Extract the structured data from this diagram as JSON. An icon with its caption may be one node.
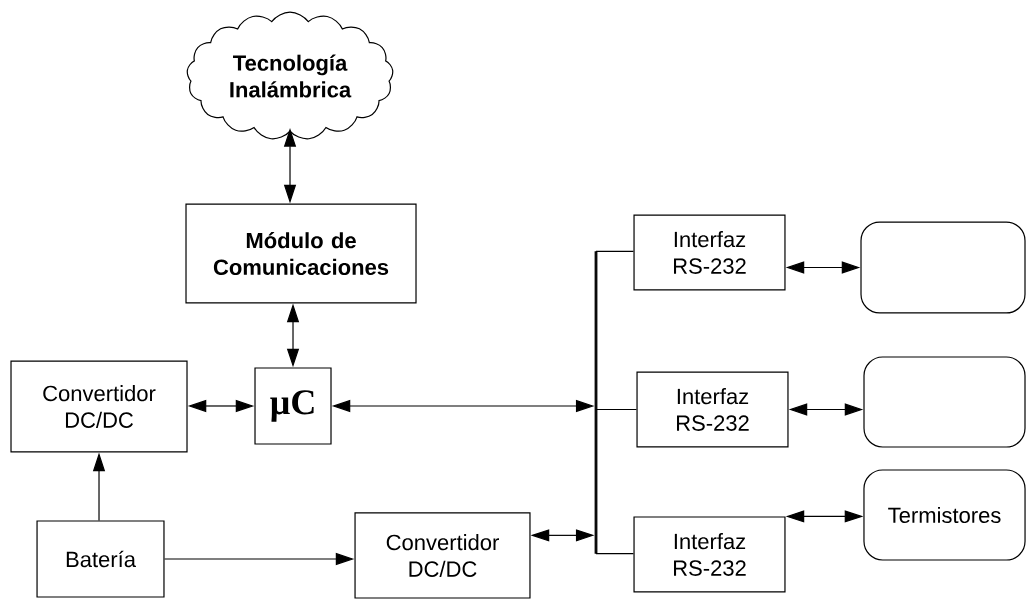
{
  "diagram": {
    "nodes": [
      {
        "text": [
          "Tecnología Inalámbrica"
        ]
      },
      {
        "text": [
          "Módulo de Comunicaciones"
        ]
      },
      {
        "text": [
          "Convertidor DC/DC"
        ]
      },
      {
        "text": [
          "µC"
        ]
      },
      {
        "text": [
          "Batería"
        ]
      },
      {
        "text": [
          "Convertidor DC/DC"
        ]
      },
      {
        "text": [],
        "shape": "bar"
      },
      {
        "text": [
          "Interfaz RS-232"
        ]
      },
      {
        "text": [
          "Interfaz RS-232"
        ]
      },
      {
        "text": [
          "Interfaz RS-232"
        ]
      },
      {
        "text": [],
        "shape": "box"
      },
      {
        "text": [],
        "shape": "box"
      },
      {
        "text": [
          "Termistores"
        ]
      }
    ],
    "edges": [
      {
        "from": 0,
        "to": 1,
        "arrow": "both"
      },
      {
        "from": 1,
        "to": 3,
        "arrow": "both"
      },
      {
        "from": 2,
        "to": 3,
        "arrow": "both"
      },
      {
        "from": 3,
        "to": 6,
        "arrow": "both"
      },
      {
        "from": 4,
        "to": 2,
        "arrow": "to"
      },
      {
        "from": 4,
        "to": 5,
        "arrow": "to"
      },
      {
        "from": 5,
        "to": 6,
        "arrow": "both"
      },
      {
        "from": 6,
        "to": 7,
        "arrow": "none"
      },
      {
        "from": 6,
        "to": 8,
        "arrow": "none"
      },
      {
        "from": 6,
        "to": 9,
        "arrow": "none"
      },
      {
        "from": 7,
        "to": 10,
        "arrow": "both"
      },
      {
        "from": 8,
        "to": 11,
        "arrow": "both"
      },
      {
        "from": 9,
        "to": 12,
        "arrow": "both"
      }
    ]
  }
}
